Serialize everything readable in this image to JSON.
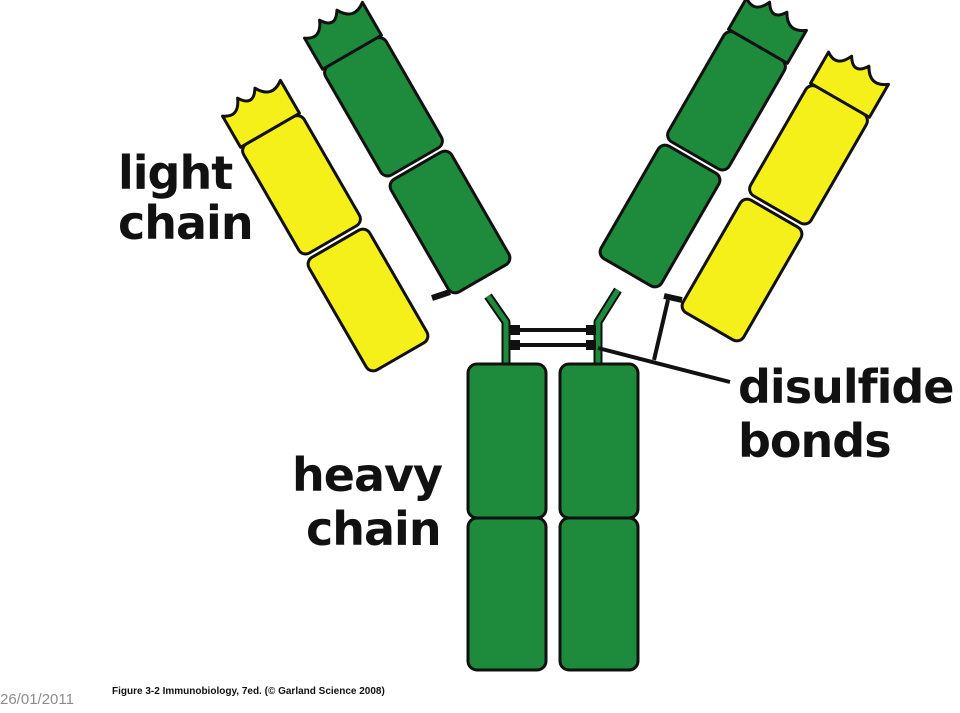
{
  "labels": {
    "light_chain": [
      "light",
      "chain"
    ],
    "heavy_chain": [
      "heavy",
      "chain"
    ],
    "disulfide_bonds": [
      "disulfide",
      "bonds"
    ]
  },
  "caption": "Figure 3-2 Immunobiology, 7ed. (© Garland Science 2008)",
  "date": "26/01/2011",
  "colors": {
    "heavy_chain": "#1e8a3c",
    "light_chain": "#f6f01a",
    "outline": "#111111"
  }
}
